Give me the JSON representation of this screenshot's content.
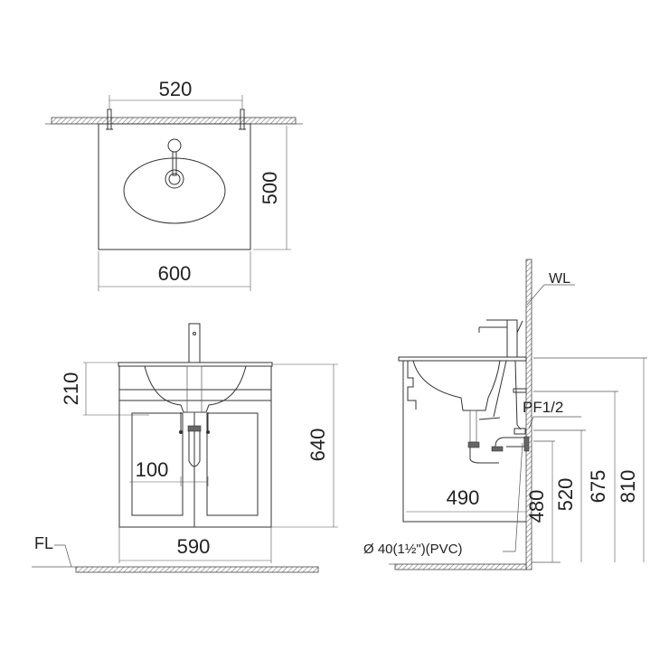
{
  "title": "Vanity basin installation drawing",
  "colors": {
    "line": "#333333",
    "hatch": "#999999",
    "text": "#222222",
    "background": "#ffffff"
  },
  "top_view": {
    "dims": {
      "mount_spacing": "520",
      "depth": "500",
      "width": "600"
    }
  },
  "front_view": {
    "dims": {
      "basin_height": "210",
      "cabinet_height": "640",
      "drain_offset": "100",
      "cabinet_width": "590"
    },
    "labels": {
      "floor_level": "FL"
    }
  },
  "side_view": {
    "dims": {
      "cabinet_depth": "490",
      "drain_height": "480",
      "waste_height": "520",
      "supply_height": "675",
      "rim_height": "810"
    },
    "labels": {
      "wall_level": "WL",
      "supply_thread": "PF1/2",
      "waste_pipe": "Ø 40(1½\")(PVC)"
    }
  }
}
